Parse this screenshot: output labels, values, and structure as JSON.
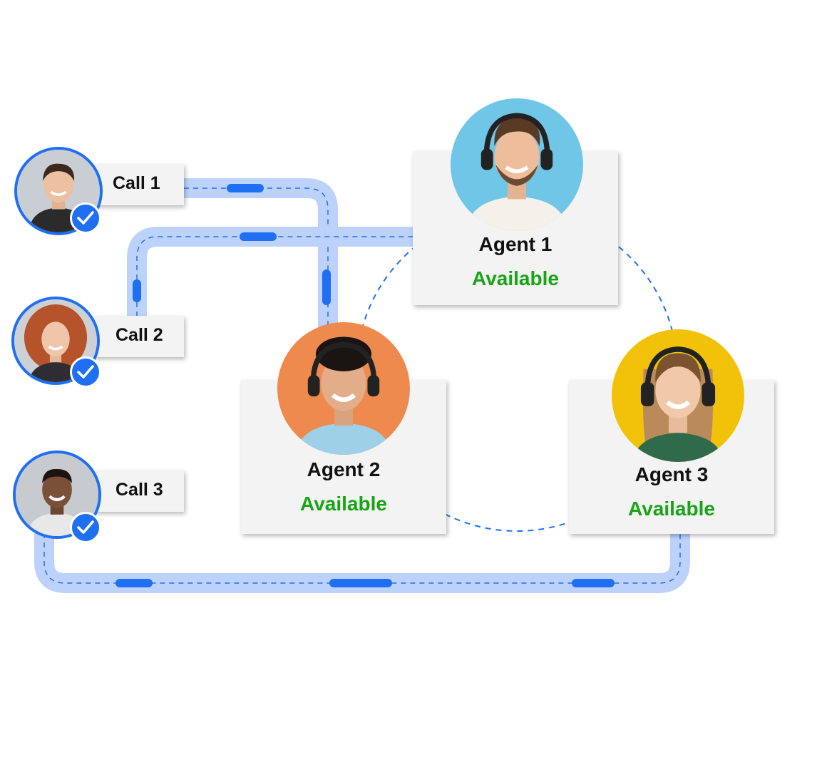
{
  "colors": {
    "accent": "#1f6ff2",
    "track": "#bcd2fb",
    "available": "#18a416",
    "card_bg": "#f3f3f3"
  },
  "callers": [
    {
      "label": "Call 1",
      "icon": "check-icon"
    },
    {
      "label": "Call 2",
      "icon": "check-icon"
    },
    {
      "label": "Call 3",
      "icon": "check-icon"
    }
  ],
  "agents": [
    {
      "name": "Agent 1",
      "status": "Available",
      "avatar_bg": "#6fc6e6"
    },
    {
      "name": "Agent 2",
      "status": "Available",
      "avatar_bg": "#ef8a4e"
    },
    {
      "name": "Agent 3",
      "status": "Available",
      "avatar_bg": "#f2c20a"
    }
  ]
}
